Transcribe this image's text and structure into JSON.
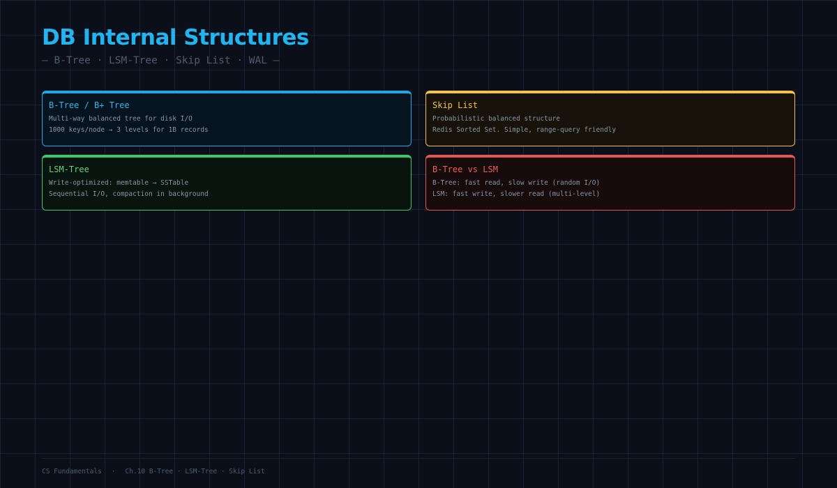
{
  "header": {
    "title": "DB Internal Structures",
    "subtitle": "— B-Tree · LSM-Tree · Skip List · WAL —"
  },
  "cards": [
    {
      "title": "B-Tree / B+ Tree",
      "lines": [
        "Multi-way balanced tree for disk I/O",
        "1000 keys/node → 3 levels for 1B records"
      ],
      "accent": "#1fa8e6"
    },
    {
      "title": "Skip List",
      "lines": [
        "Probabilistic balanced structure",
        "Redis Sorted Set. Simple, range-query friendly"
      ],
      "accent": "#f2c24a"
    },
    {
      "title": "LSM-Tree",
      "lines": [
        "Write-optimized: memtable → SSTable",
        "Sequential I/O, compaction in background"
      ],
      "accent": "#3ec76a"
    },
    {
      "title": "B-Tree vs LSM",
      "lines": [
        "B-Tree: fast read, slow write (random I/O)",
        "LSM: fast write, slower read (multi-level)"
      ],
      "accent": "#e05a52"
    }
  ],
  "footer": {
    "left": "CS Fundamentals",
    "separator": "·",
    "right": "Ch.10 B-Tree · LSM-Tree · Skip List"
  }
}
